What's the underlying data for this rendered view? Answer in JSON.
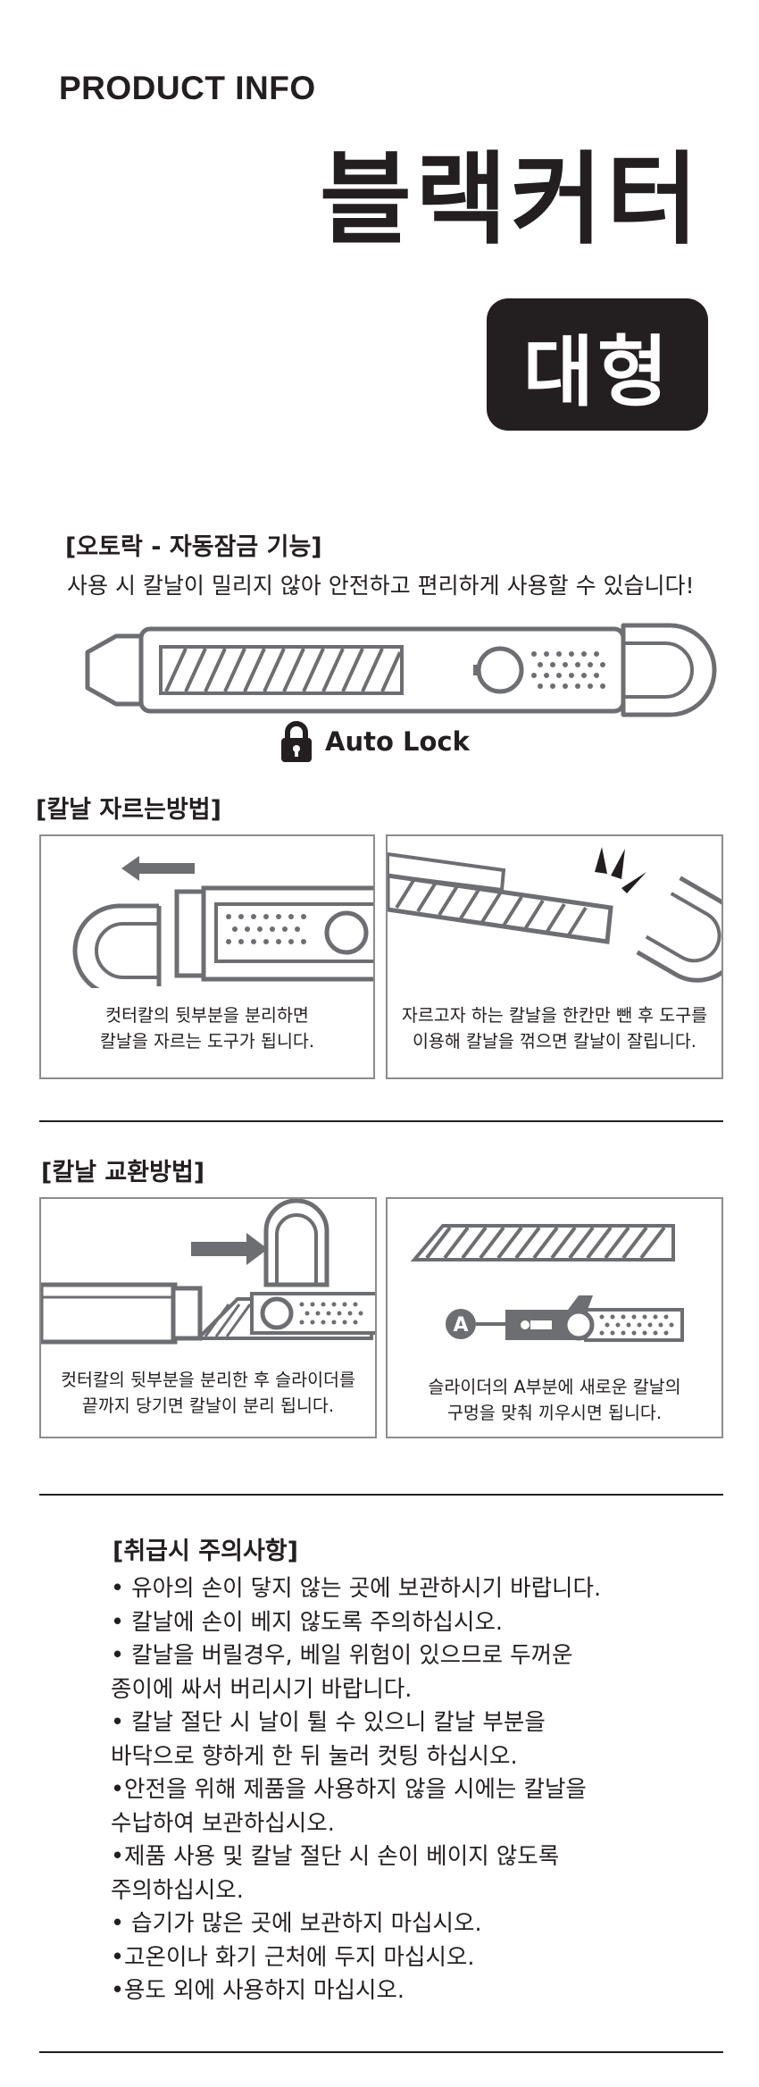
{
  "header": {
    "title": "PRODUCT INFO",
    "product_name": "블랙커터",
    "size_badge": "대형"
  },
  "autolock": {
    "heading": "[오토락 - 자동잠금 기능]",
    "description": "사용 시 칼날이 밀리지 않아 안전하고 편리하게 사용할 수 있습니다!",
    "badge_label": "Auto Lock",
    "icon": "padlock-icon"
  },
  "cut_method": {
    "heading": "[칼날 자르는방법]",
    "panels": [
      {
        "caption_line1": "컷터칼의 뒷부분을 분리하면",
        "caption_line2": "칼날을 자르는 도구가 됩니다."
      },
      {
        "caption_line1": "자르고자 하는 칼날을 한칸만 뺀 후 도구를",
        "caption_line2": "이용해 칼날을 꺾으면 칼날이 잘립니다."
      }
    ]
  },
  "replace_method": {
    "heading": "[칼날 교환방법]",
    "panels": [
      {
        "caption_line1": "컷터칼의 뒷부분을 분리한 후 슬라이더를",
        "caption_line2": "끝까지 당기면 칼날이 분리 됩니다."
      },
      {
        "caption_line1": "슬라이더의 A부분에 새로운 칼날의",
        "caption_line2": "구멍을 맞춰 끼우시면 됩니다.",
        "marker_label": "A"
      }
    ]
  },
  "caution": {
    "heading": "[취급시 주의사항]",
    "lines": [
      "• 유아의 손이 닿지 않는 곳에 보관하시기 바랍니다.",
      "• 칼날에 손이 베지 않도록 주의하십시오.",
      "• 칼날을 버릴경우, 베일 위험이 있으므로 두꺼운",
      "종이에 싸서  버리시기 바랍니다.",
      "• 칼날 절단 시 날이 튈 수 있으니 칼날 부분을",
      "바닥으로 향하게 한 뒤 눌러 컷팅 하십시오.",
      "•안전을 위해 제품을 사용하지 않을 시에는 칼날을",
      "수납하여 보관하십시오.",
      "•제품 사용 및 칼날 절단 시 손이 베이지 않도록",
      "주의하십시오.",
      "• 습기가 많은 곳에 보관하지 마십시오.",
      "•고온이나 화기 근처에 두지 마십시오.",
      "•용도 외에 사용하지 마십시오."
    ]
  },
  "colors": {
    "ink": "#231f20",
    "line_gray": "#6d6e71",
    "panel_border": "#8c8c8c"
  }
}
